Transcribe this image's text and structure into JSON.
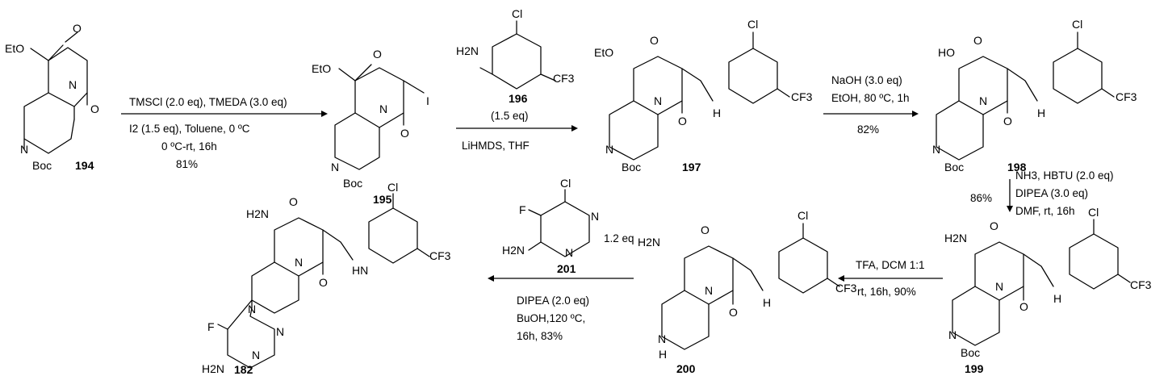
{
  "compounds": {
    "c194": {
      "label": "194",
      "atoms": {
        "ester": "EtO",
        "O": "O",
        "N_ring": "N",
        "N_lactam": "N",
        "O_lactam": "O",
        "boc": "Boc"
      }
    },
    "c195": {
      "label": "195",
      "atoms": {
        "ester": "EtO",
        "O": "O",
        "N_ring": "N",
        "N_lactam": "N",
        "O_lactam": "O",
        "iodo": "I",
        "boc": "Boc"
      }
    },
    "c196": {
      "label": "196",
      "atoms": {
        "cl": "Cl",
        "nh2": "H2N",
        "cf3": "CF3"
      }
    },
    "c197": {
      "label": "197",
      "atoms": {
        "ester": "EtO",
        "O": "O",
        "N_ring": "N",
        "N_lactam": "N",
        "O_lactam": "O",
        "nh": "H",
        "cl": "Cl",
        "cf3": "CF3",
        "boc": "Boc"
      }
    },
    "c198": {
      "label": "198",
      "atoms": {
        "acid": "HO",
        "O": "O",
        "N_ring": "N",
        "N_lactam": "N",
        "O_lactam": "O",
        "nh": "H",
        "cl": "Cl",
        "cf3": "CF3",
        "boc": "Boc"
      }
    },
    "c199": {
      "label": "199",
      "atoms": {
        "amide": "H2N",
        "O": "O",
        "N_ring": "N",
        "N_lactam": "N",
        "O_lactam": "O",
        "nh": "H",
        "cl": "Cl",
        "cf3": "CF3",
        "boc": "Boc"
      }
    },
    "c200": {
      "label": "200",
      "atoms": {
        "amide": "H2N",
        "O": "O",
        "N_ring": "N",
        "nh_ring": "H",
        "N_lactam": "N",
        "O_lactam": "O",
        "nh": "H",
        "cl": "Cl",
        "cf3": "CF3"
      }
    },
    "c201": {
      "label": "201",
      "atoms": {
        "cl": "Cl",
        "f": "F",
        "nh2": "H2N",
        "n1": "N",
        "n2": "N"
      }
    },
    "c182": {
      "label": "182",
      "atoms": {
        "amide": "H2N",
        "O": "O",
        "N_ring": "N",
        "N_lactam": "N",
        "O_lactam": "O",
        "nh": "HN",
        "cl": "Cl",
        "cf3": "CF3",
        "f": "F",
        "nh2": "H2N",
        "n1": "N",
        "n2": "N"
      }
    }
  },
  "steps": {
    "s1": {
      "line1": "TMSCl (2.0 eq), TMEDA (3.0 eq)",
      "line2": "I2 (1.5 eq), Toluene,  0 ºC",
      "line3": "0 ºC-rt, 16h",
      "yield": "81%"
    },
    "s2": {
      "reagent_amount": "(1.5 eq)",
      "line1": "LiHMDS, THF"
    },
    "s3": {
      "line1": "NaOH (3.0 eq)",
      "line2": "EtOH, 80 ºC, 1h",
      "yield": "82%"
    },
    "s4": {
      "line1": "NH3, HBTU (2.0 eq)",
      "line2": "DIPEA (3.0 eq)",
      "line3": "DMF,  rt, 16h",
      "yield": "86%"
    },
    "s5": {
      "line1": "TFA, DCM 1:1",
      "line2": "rt, 16h, 90%"
    },
    "s6": {
      "reagent_amount": "1.2 eq",
      "line1": "DIPEA (2.0 eq)",
      "line2": "BuOH,120 ºC,",
      "line3": "16h, 83%"
    }
  }
}
